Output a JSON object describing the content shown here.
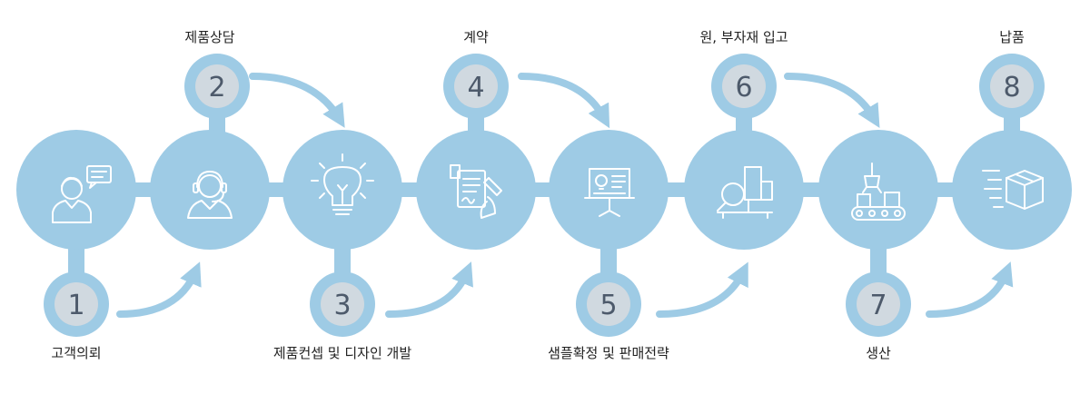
{
  "colors": {
    "circle": "#9ecbe5",
    "badge_fill": "#d0d9e0",
    "number": "#4d5a6b",
    "icon_stroke": "#ffffff",
    "arrow": "#9ecbe5",
    "label": "#222222"
  },
  "steps": [
    {
      "number": "1",
      "label": "고객의뢰",
      "icon": "customer-chat-icon",
      "badge": "below"
    },
    {
      "number": "2",
      "label": "제품상담",
      "icon": "headset-consultant-icon",
      "badge": "above"
    },
    {
      "number": "3",
      "label": "제품컨셉 및 디자인 개발",
      "icon": "lightbulb-icon",
      "badge": "below"
    },
    {
      "number": "4",
      "label": "계약",
      "icon": "contract-signing-icon",
      "badge": "above"
    },
    {
      "number": "5",
      "label": "샘플확정 및 판매전략",
      "icon": "presentation-board-icon",
      "badge": "below"
    },
    {
      "number": "6",
      "label": "원, 부자재 입고",
      "icon": "inventory-inspection-icon",
      "badge": "above"
    },
    {
      "number": "7",
      "label": "생산",
      "icon": "production-conveyor-icon",
      "badge": "below"
    },
    {
      "number": "8",
      "label": "납품",
      "icon": "fast-delivery-box-icon",
      "badge": "above"
    }
  ]
}
